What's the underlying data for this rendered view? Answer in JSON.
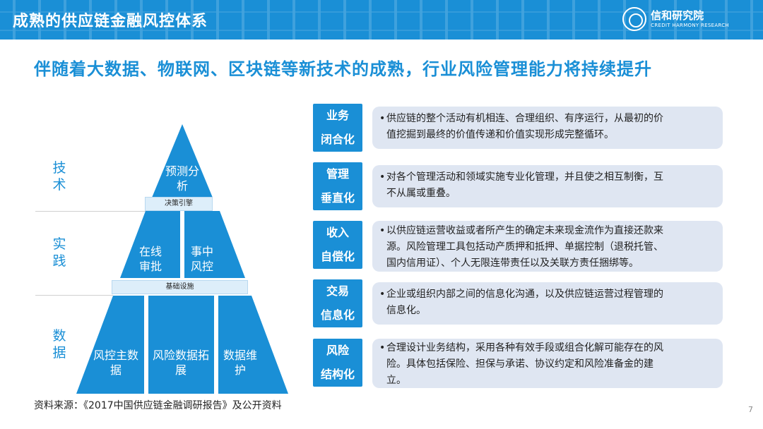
{
  "header": {
    "title": "成熟的供应链金融风控体系",
    "logo_cn": "信和研究院",
    "logo_en": "CREDIT HARMONY RESEARCH"
  },
  "subtitle": "伴随着大数据、物联网、区块链等新技术的成熟，行业风险管理能力将持续提升",
  "pyramid": {
    "layers": [
      "技术",
      "实践",
      "数据"
    ],
    "top": "预测分析",
    "band_top": "决策引擎",
    "middle_left": "在线审批",
    "middle_right": "事中风控",
    "band_bottom": "基础设施",
    "bottom_left": "风控主数据",
    "bottom_center": "风险数据拓展",
    "bottom_right": "数据维护"
  },
  "rows": [
    {
      "tab1": "业务",
      "tab2": "闭合化",
      "line1": "供应链的整个活动有机相连、合理组织、有序运行，从最初的价",
      "line2": "值挖掘到最终的价值传递和价值实现形成完整循环。",
      "line3": ""
    },
    {
      "tab1": "管理",
      "tab2": "垂直化",
      "line1": "对各个管理活动和领域实施专业化管理，并且使之相互制衡，互",
      "line2": "不从属或重叠。",
      "line3": ""
    },
    {
      "tab1": "收入",
      "tab2": "自偿化",
      "line1": "以供应链运营收益或者所产生的确定未来现金流作为直接还款来",
      "line2": "源。风险管理工具包括动产质押和抵押、单据控制（退税托管、",
      "line3": "国内信用证）、个人无限连带责任以及关联方责任捆绑等。"
    },
    {
      "tab1": "交易",
      "tab2": "信息化",
      "line1": "企业或组织内部之间的信息化沟通，以及供应链运营过程管理的",
      "line2": "信息化。",
      "line3": ""
    },
    {
      "tab1": "风险",
      "tab2": "结构化",
      "line1": "合理设计业务结构，采用各种有效手段或组合化解可能存在的风",
      "line2": "险。具体包括保险、担保与承诺、协议约定和风险准备金的建",
      "line3": "立。"
    }
  ],
  "bullet": "•",
  "source": "资料来源：《2017中国供应链金融调研报告》及公开资料",
  "page_number": "7",
  "colors": {
    "primary": "#1a8fd6",
    "panel": "#dfe6f2",
    "band": "#ddeefa"
  }
}
